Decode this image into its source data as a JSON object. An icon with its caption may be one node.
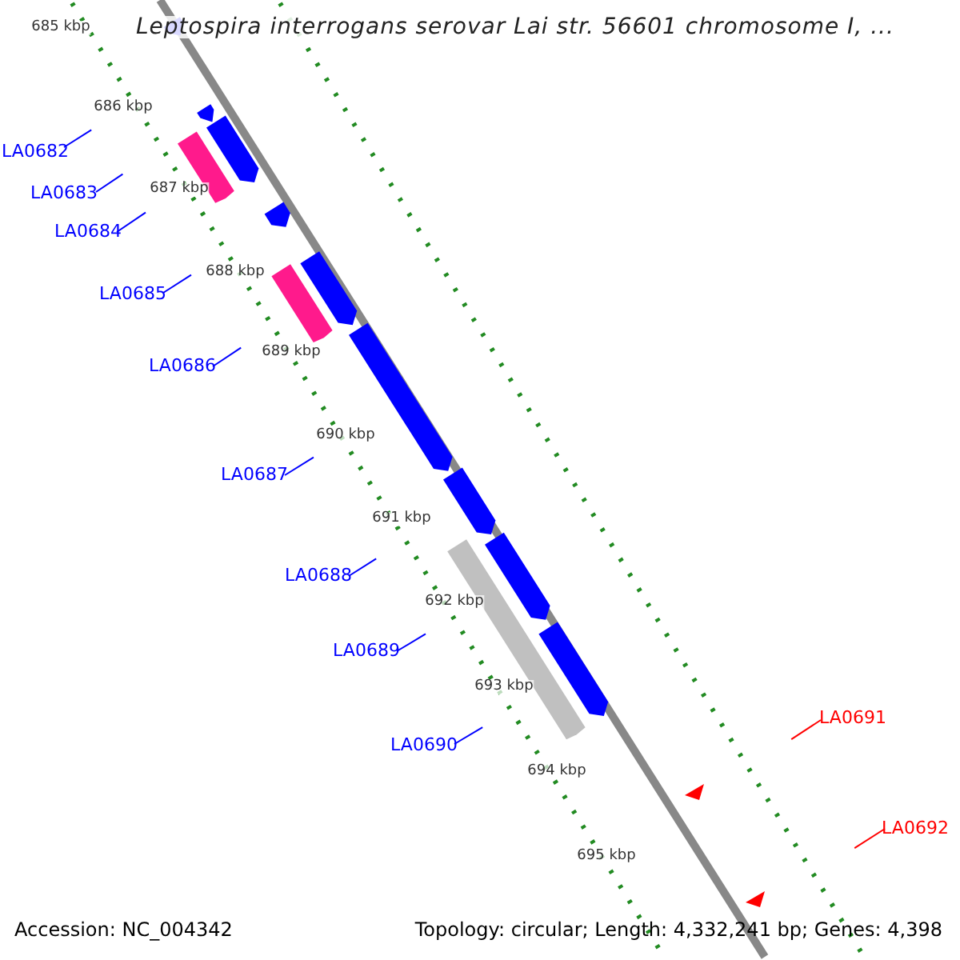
{
  "diagram": {
    "title": "Leptospira interrogans serovar Lai str. 56601 chromosome I, ...",
    "nodes": [
      {
        "text": [
          "LA0682"
        ]
      },
      {
        "text": [
          "LA0683"
        ]
      },
      {
        "text": [
          "LA0684"
        ]
      },
      {
        "text": [
          "LA0685"
        ]
      },
      {
        "text": [
          "LA0686"
        ]
      },
      {
        "text": [
          "LA0687"
        ]
      },
      {
        "text": [
          "LA0688"
        ]
      },
      {
        "text": [
          "LA0689"
        ]
      },
      {
        "text": [
          "LA0690"
        ]
      },
      {
        "text": [
          "LA0691"
        ]
      },
      {
        "text": [
          "LA0692"
        ]
      }
    ],
    "edges": [
      {
        "from": 0,
        "to": null,
        "arrow": "none"
      },
      {
        "from": 1,
        "to": null,
        "arrow": "none"
      },
      {
        "from": 2,
        "to": null,
        "arrow": "none"
      },
      {
        "from": 3,
        "to": null,
        "arrow": "none"
      },
      {
        "from": 4,
        "to": null,
        "arrow": "none"
      },
      {
        "from": 5,
        "to": null,
        "arrow": "none"
      },
      {
        "from": 6,
        "to": null,
        "arrow": "none"
      },
      {
        "from": 7,
        "to": null,
        "arrow": "none"
      },
      {
        "from": 8,
        "to": null,
        "arrow": "none"
      },
      {
        "from": 9,
        "to": null,
        "arrow": "none",
        "color": "#ff0000"
      },
      {
        "from": 10,
        "to": null,
        "arrow": "none",
        "color": "#ff0000"
      }
    ],
    "labels": [
      "685 kbp",
      "686 kbp",
      "687 kbp",
      "688 kbp",
      "689 kbp",
      "690 kbp",
      "691 kbp",
      "692 kbp",
      "693 kbp",
      "694 kbp",
      "695 kbp",
      "Accession: NC_004342",
      "Topology: circular; Length: 4,332,241 bp; Genes: 4,398"
    ]
  }
}
